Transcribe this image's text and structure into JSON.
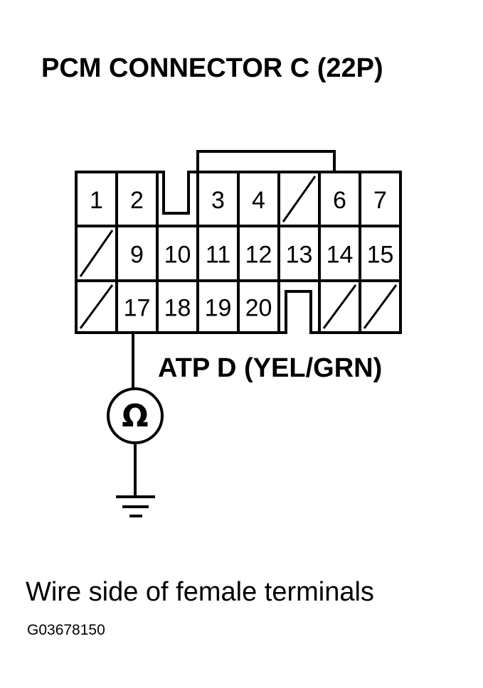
{
  "title": "PCM CONNECTOR C (22P)",
  "connector": {
    "rows": [
      [
        "1",
        "2",
        null,
        "3",
        "4",
        null,
        "6",
        "7"
      ],
      [
        null,
        "9",
        "10",
        "11",
        "12",
        "13",
        "14",
        "15"
      ],
      [
        null,
        "17",
        "18",
        "19",
        "20",
        null,
        null,
        null
      ]
    ]
  },
  "wire_label": "ATP D (YEL/GRN)",
  "meter": {
    "symbol": "Ω",
    "icon": "ohmmeter-icon"
  },
  "ground": {
    "icon": "ground-icon"
  },
  "caption": "Wire side of female terminals",
  "figure_code": "G03678150"
}
